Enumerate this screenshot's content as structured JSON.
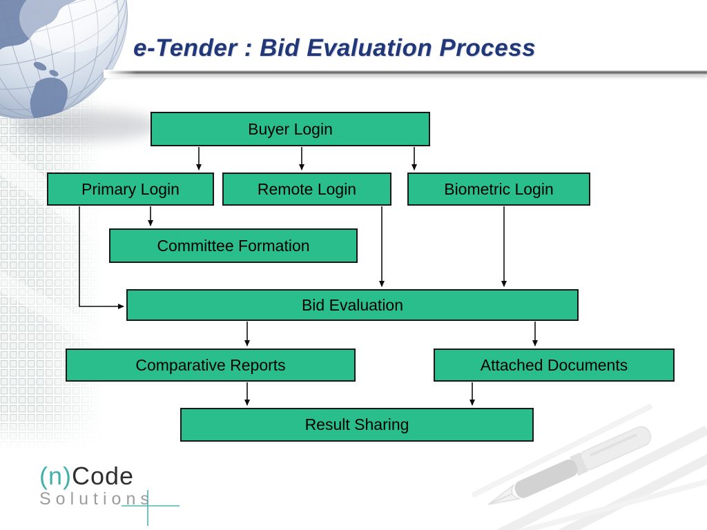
{
  "header": {
    "title": "e-Tender : Bid Evaluation Process"
  },
  "flowchart": {
    "nodes": [
      {
        "id": "buyer",
        "label": "Buyer Login"
      },
      {
        "id": "primary",
        "label": "Primary Login"
      },
      {
        "id": "remote",
        "label": "Remote Login"
      },
      {
        "id": "biometric",
        "label": "Biometric Login"
      },
      {
        "id": "committee",
        "label": "Committee Formation"
      },
      {
        "id": "bid",
        "label": "Bid Evaluation"
      },
      {
        "id": "comparative",
        "label": "Comparative Reports"
      },
      {
        "id": "attached",
        "label": "Attached Documents"
      },
      {
        "id": "result",
        "label": "Result Sharing"
      }
    ],
    "edges": [
      {
        "from": "Buyer Login",
        "to": "Primary Login"
      },
      {
        "from": "Buyer Login",
        "to": "Remote Login"
      },
      {
        "from": "Buyer Login",
        "to": "Biometric Login"
      },
      {
        "from": "Primary Login",
        "to": "Committee Formation"
      },
      {
        "from": "Primary Login",
        "to": "Bid Evaluation"
      },
      {
        "from": "Remote Login",
        "to": "Bid Evaluation"
      },
      {
        "from": "Biometric Login",
        "to": "Bid Evaluation"
      },
      {
        "from": "Bid Evaluation",
        "to": "Comparative Reports"
      },
      {
        "from": "Bid Evaluation",
        "to": "Attached Documents"
      },
      {
        "from": "Comparative Reports",
        "to": "Result Sharing"
      },
      {
        "from": "Attached Documents",
        "to": "Result Sharing"
      }
    ]
  },
  "logo": {
    "mark": "(n)",
    "name": "Code",
    "tagline": "Solutions"
  },
  "colors": {
    "node_fill": "#2bbe8d",
    "node_border": "#161616",
    "node_text": "#000000",
    "title_text": "#20387a",
    "divider_gray": "#696969",
    "logo_accent_teal": "#3fb0ab",
    "logo_name_gray": "#2f2f2f",
    "logo_tagline_gray": "#9c9c9c",
    "globe_continent_blue": "#7186ac"
  }
}
